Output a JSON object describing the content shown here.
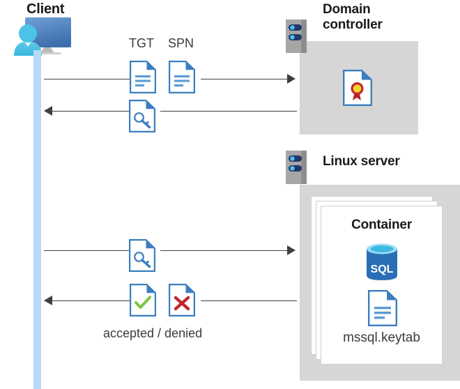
{
  "diagram": {
    "title_client": "Client",
    "actors": {
      "client": {
        "label": "Client",
        "icon": "user-monitor-icon"
      },
      "domain_controller": {
        "label": "Domain\ncontroller",
        "icon": "server-rack-icon"
      },
      "linux_server": {
        "label": "Linux server",
        "icon": "server-rack-icon"
      }
    },
    "container": {
      "label": "Container",
      "sql_icon_label": "SQL",
      "keytab_label": "mssql.keytab"
    },
    "messages": [
      {
        "id": "req-tgt-spn",
        "labels": [
          "TGT",
          "SPN"
        ],
        "direction": "right",
        "icons": [
          "document-icon",
          "document-icon"
        ]
      },
      {
        "id": "resp-ticket",
        "labels": [],
        "direction": "left",
        "icons": [
          "key-document-icon"
        ]
      },
      {
        "id": "req-service-ticket",
        "labels": [],
        "direction": "right",
        "icons": [
          "key-document-icon"
        ]
      },
      {
        "id": "resp-auth-result",
        "labels": [
          "accepted / denied"
        ],
        "direction": "left",
        "icons": [
          "approved-document-icon",
          "rejected-document-icon"
        ]
      }
    ],
    "labels": {
      "tgt": "TGT",
      "spn": "SPN",
      "accepted_denied": "accepted / denied"
    },
    "colors": {
      "lifeline": "#b9d9f7",
      "panel": "#d6d6d6",
      "doc_blue": "#3a7ebf",
      "doc_fold": "#3f7fc1",
      "accent_cyan": "#4bbfe8",
      "monitor_blue": "#4a7ebb",
      "server_navy": "#1f3864",
      "sql_blue": "#2a6fb5",
      "check_green": "#7ac943",
      "cross_red": "#c0272d",
      "seal_yellow": "#f5d32b",
      "seal_red": "#c0272d",
      "line": "#3f3f3f",
      "text": "#3b3b3b",
      "title": "#1a1a1a"
    }
  }
}
